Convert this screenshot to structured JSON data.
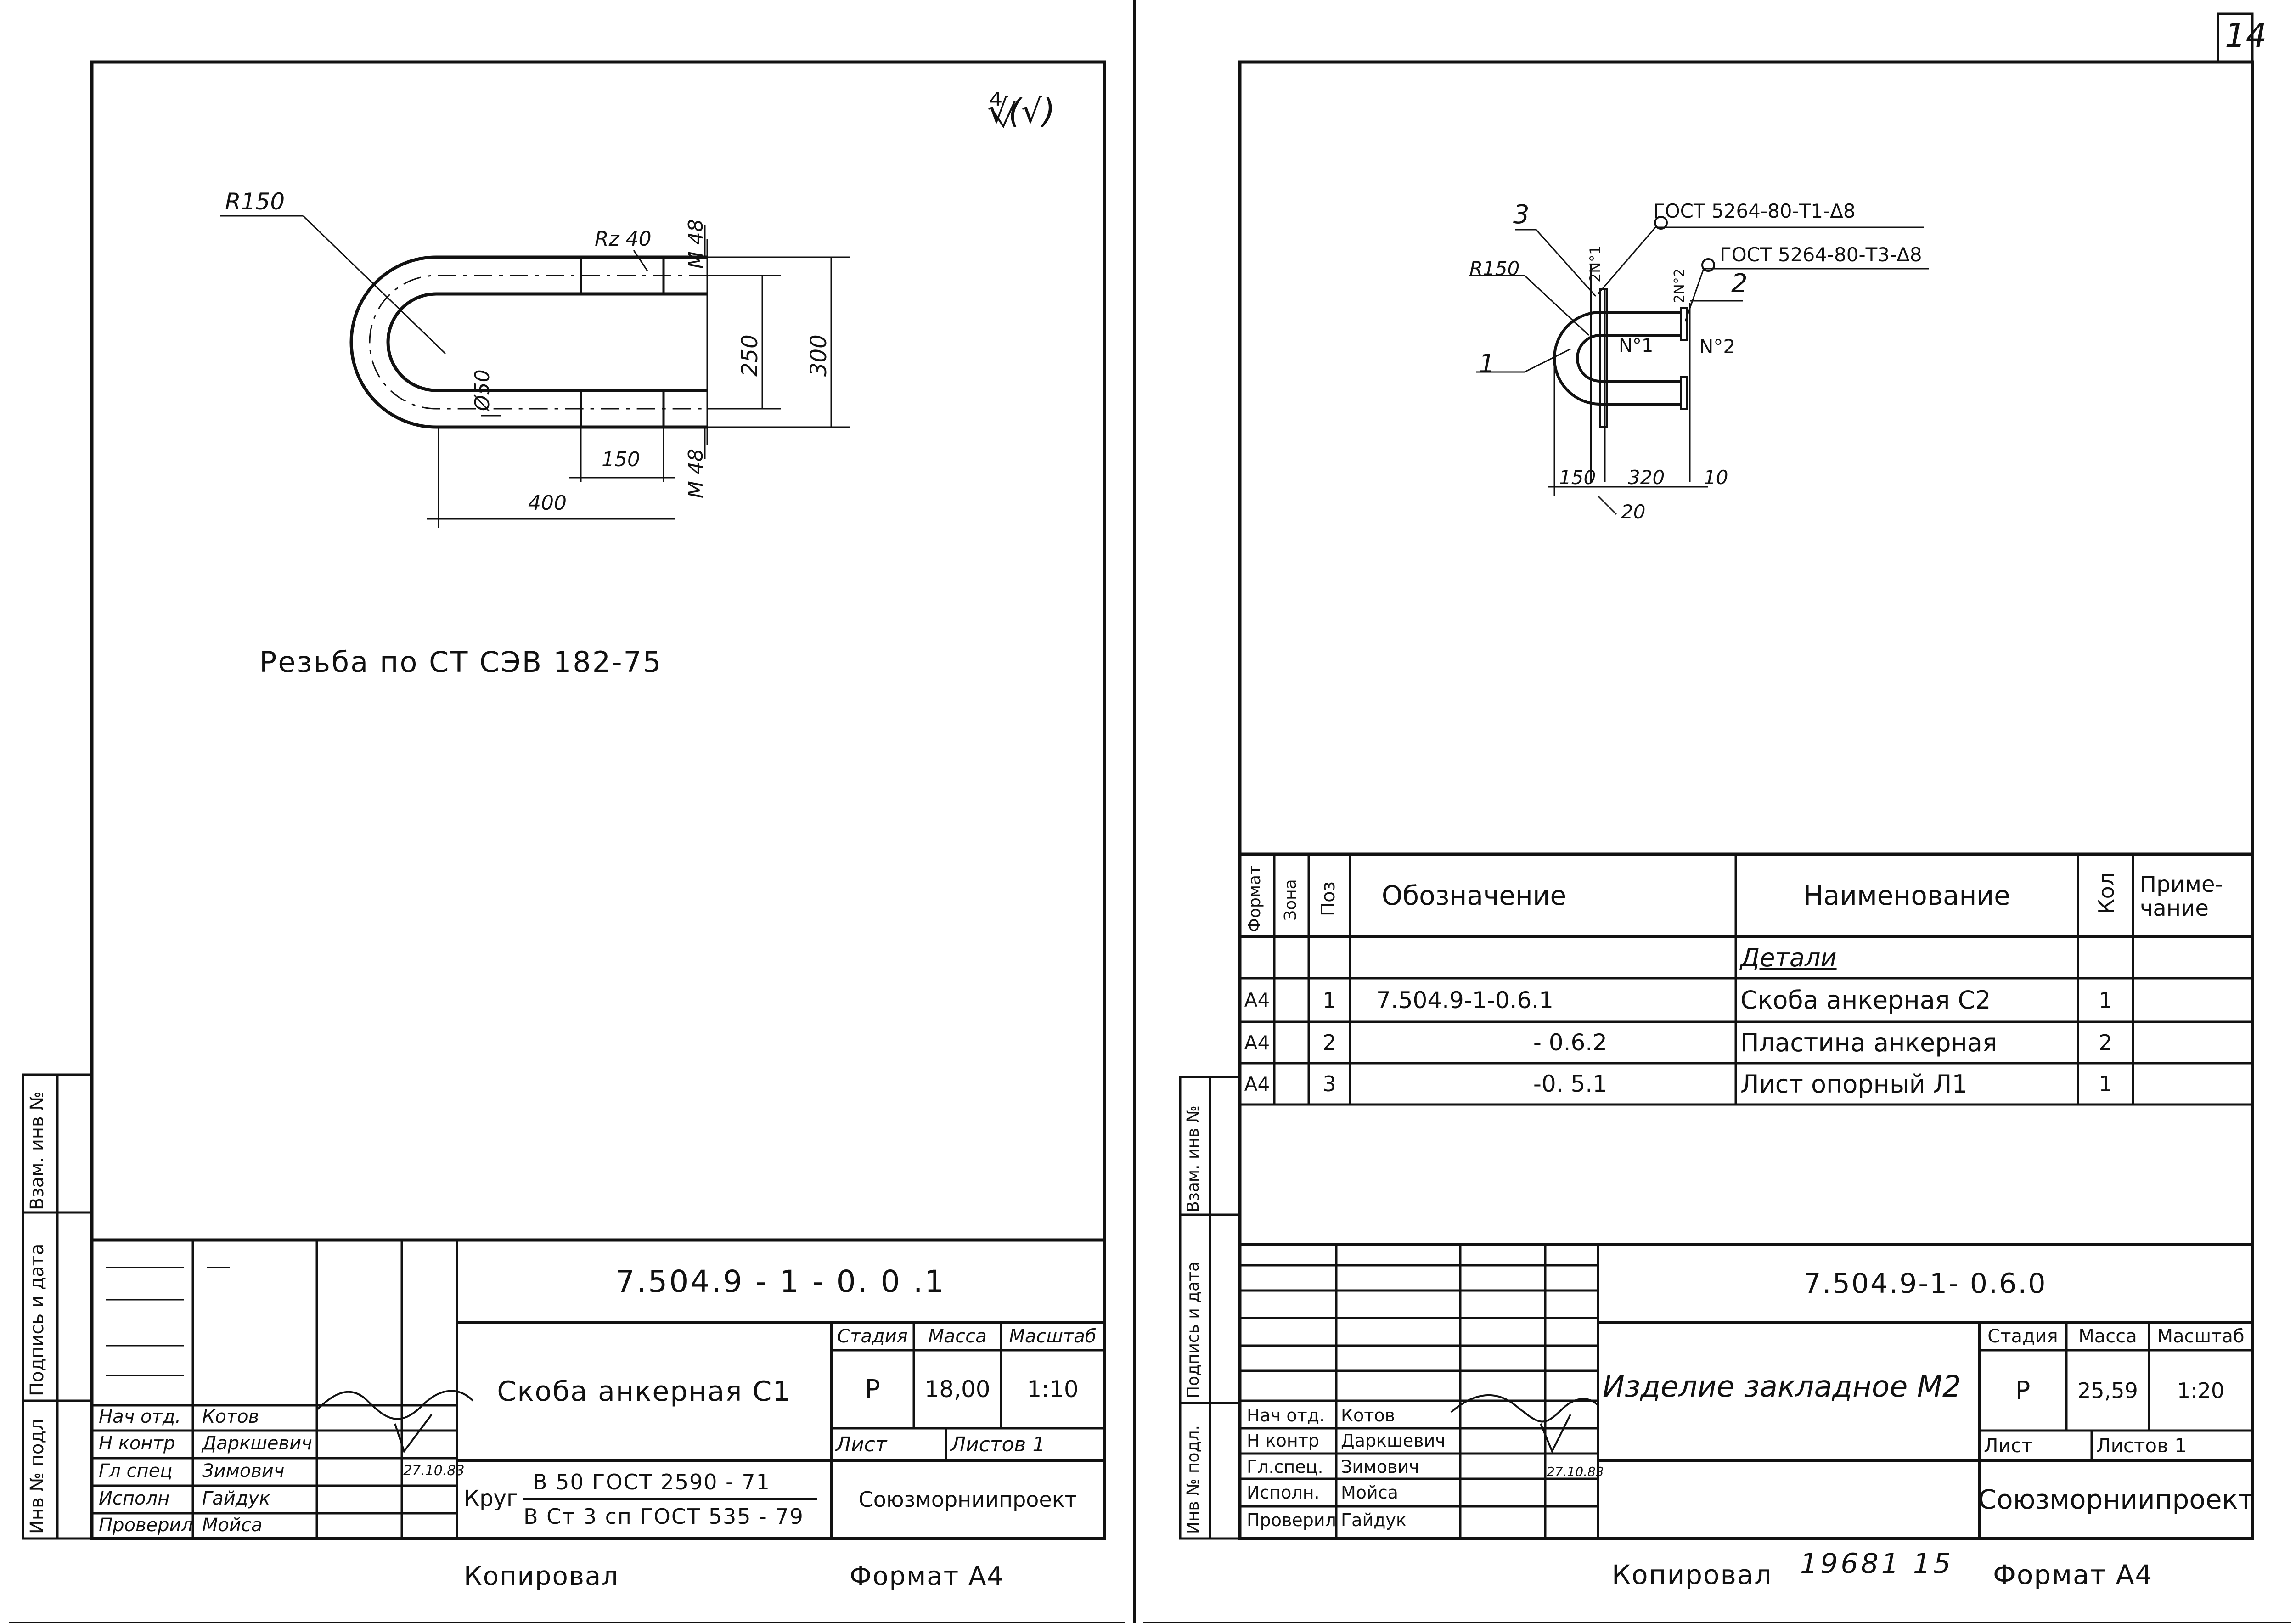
{
  "page_number": "14",
  "left_sheet": {
    "roughness_symbol": "∜(√)",
    "dims": {
      "radius": "R150",
      "roughness": "Rz 40",
      "thread_top": "M 48",
      "thread_bottom": "M 48",
      "diameter": "Ø50",
      "d250": "250",
      "d300": "300",
      "d150": "150",
      "d400": "400"
    },
    "note": "Резьба по СТ СЭВ 182-75",
    "side_stamp": [
      "Инв № подл",
      "Подпись и дата",
      "Взам. инв №"
    ],
    "title": {
      "code": "7.504.9 - 1 - 0. 0 .1",
      "name": "Скоба анкерная С1",
      "stage_label": "Стадия",
      "stage_value": "Р",
      "mass_label": "Масса",
      "mass_value": "18,00",
      "scale_label": "Масштаб",
      "scale_value": "1:10",
      "sheet_label": "Лист",
      "sheets_label": "Листов 1",
      "material_prefix": "Круг",
      "material_top": "В 50 ГОСТ 2590 - 71",
      "material_bottom": "В Ст 3 сп ГОСТ 535 - 79",
      "org": "Союзморниипроект",
      "date": "27.10.83",
      "roles": [
        {
          "role": "Нач отд.",
          "name": "Котов"
        },
        {
          "role": "Н контр",
          "name": "Даркшевич"
        },
        {
          "role": "Гл спец",
          "name": "Зимович"
        },
        {
          "role": "Исполн",
          "name": "Гайдук"
        },
        {
          "role": "Проверил",
          "name": "Мойса"
        }
      ]
    },
    "footer_copy": "Копировал",
    "footer_format": "Формат А4"
  },
  "right_sheet": {
    "dims": {
      "gost1": "ГОСТ 5264-80-Т1-Δ8",
      "gost2": "ГОСТ 5264-80-Т3-Δ8",
      "weld1": "2N°1",
      "weld2": "2N°2",
      "radius": "R150",
      "n1": "N°1",
      "n2": "N°2",
      "pos1": "1",
      "pos2": "2",
      "pos3": "3",
      "d150": "150",
      "d320": "320",
      "d10": "10",
      "d20": "20"
    },
    "spec": {
      "headers": {
        "format": "Формат",
        "zone": "Зона",
        "pos": "Поз",
        "designation": "Обозначение",
        "name": "Наименование",
        "qty": "Кол",
        "note": "Приме-\nчание"
      },
      "section": "Детали",
      "rows": [
        {
          "format": "А4",
          "pos": "1",
          "designation": "7.504.9-1-0.6.1",
          "name": "Скоба анкерная С2",
          "qty": "1"
        },
        {
          "format": "А4",
          "pos": "2",
          "designation": "- 0.6.2",
          "name": "Пластина анкерная",
          "qty": "2"
        },
        {
          "format": "А4",
          "pos": "3",
          "designation": "-0. 5.1",
          "name": "Лист опорный Л1",
          "qty": "1"
        }
      ]
    },
    "side_stamp": [
      "Инв № подл.",
      "Подпись и дата",
      "Взам. инв №"
    ],
    "title": {
      "code": "7.504.9-1- 0.6.0",
      "name": "Изделие закладное М2",
      "stage_label": "Стадия",
      "stage_value": "Р",
      "mass_label": "Масса",
      "mass_value": "25,59",
      "scale_label": "Масштаб",
      "scale_value": "1:20",
      "sheet_label": "Лист",
      "sheets_label": "Листов 1",
      "org": "Союзморниипроект",
      "date": "27.10.83",
      "roles": [
        {
          "role": "Нач отд.",
          "name": "Котов"
        },
        {
          "role": "Н контр",
          "name": "Даркшевич"
        },
        {
          "role": "Гл.спец.",
          "name": "Зимович"
        },
        {
          "role": "Исполн.",
          "name": "Мойса"
        },
        {
          "role": "Проверил",
          "name": "Гайдук"
        }
      ]
    },
    "footer_copy": "Копировал",
    "footer_number": "19681 15",
    "footer_format": "Формат А4"
  }
}
